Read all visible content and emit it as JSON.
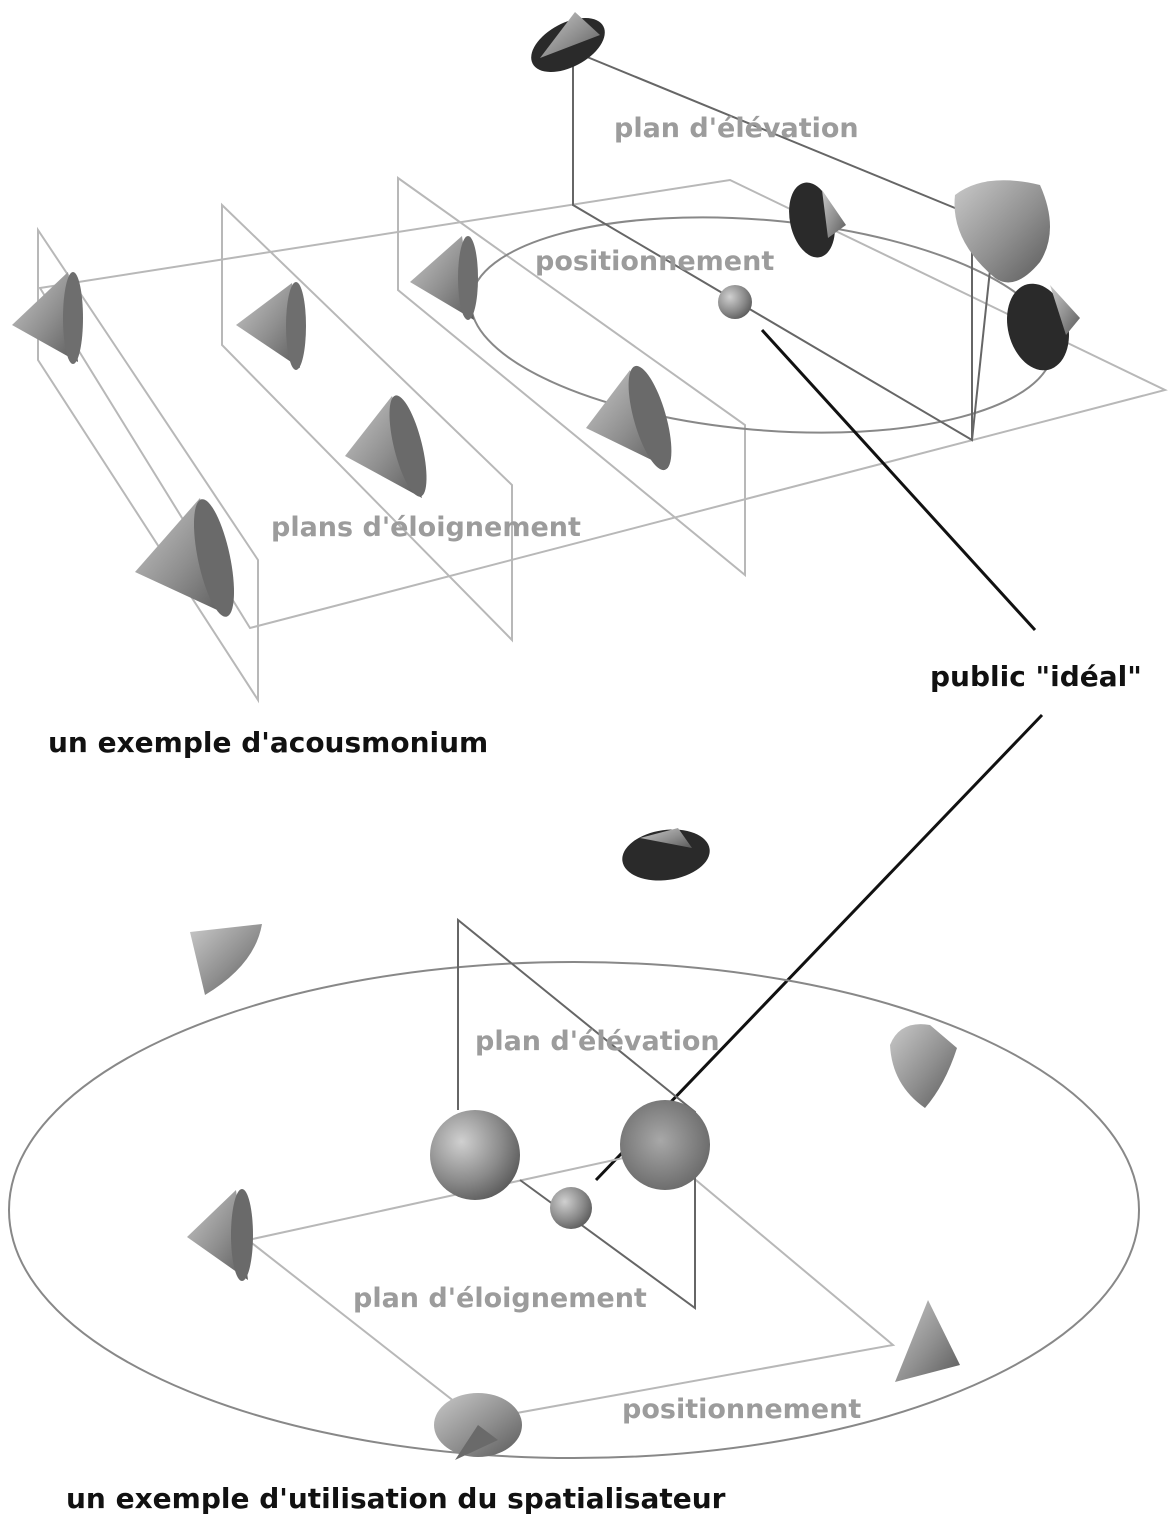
{
  "diagram": {
    "top": {
      "label_elevation": "plan d'élévation",
      "label_positioning": "positionnement",
      "label_distance": "plans d'éloignement",
      "caption": "un exemple d'acousmonium"
    },
    "public_label": "public \"idéal\"",
    "bottom": {
      "label_elevation": "plan d'élévation",
      "label_distance": "plan d'éloignement",
      "label_positioning": "positionnement",
      "caption": "un exemple d'utilisation du spatialisateur"
    }
  },
  "colors": {
    "plane_line": "#b8b8b8",
    "elevation_line": "#666666",
    "label_gray": "#9c9c9c",
    "label_black": "#111111",
    "speaker_dark": "#2a2a2a",
    "speaker_mid": "#8a8a8a"
  }
}
